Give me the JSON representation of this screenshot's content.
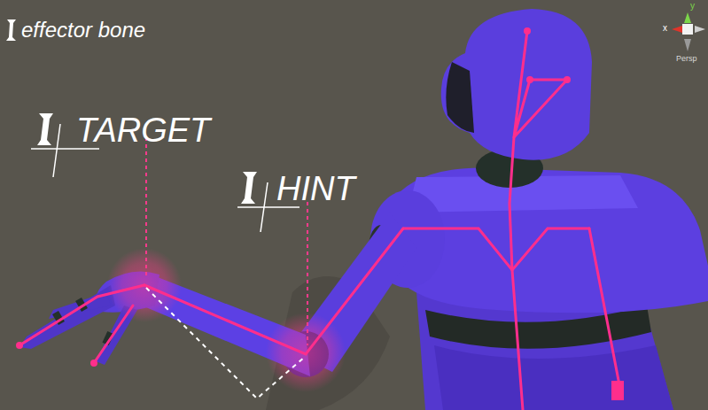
{
  "diagram": {
    "labels": [
      "TARGET",
      "HINT",
      "y",
      "x",
      "Persp"
    ],
    "legend": [
      {
        "text": "effector bone"
      }
    ]
  }
}
